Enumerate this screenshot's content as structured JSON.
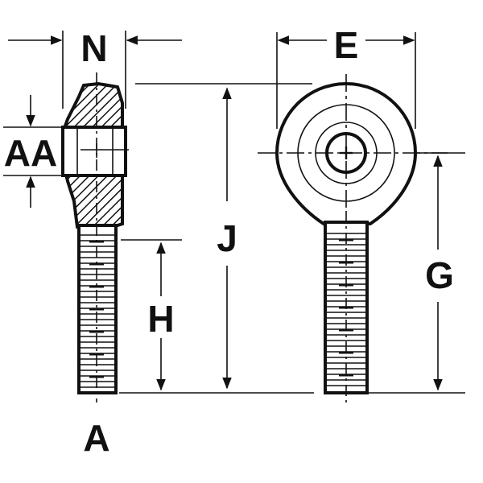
{
  "labels": {
    "n": "N",
    "e": "E",
    "aa": "AA",
    "j": "J",
    "g": "G",
    "h": "H",
    "a": "A"
  },
  "colors": {
    "line": "#111111",
    "background": "#ffffff"
  }
}
